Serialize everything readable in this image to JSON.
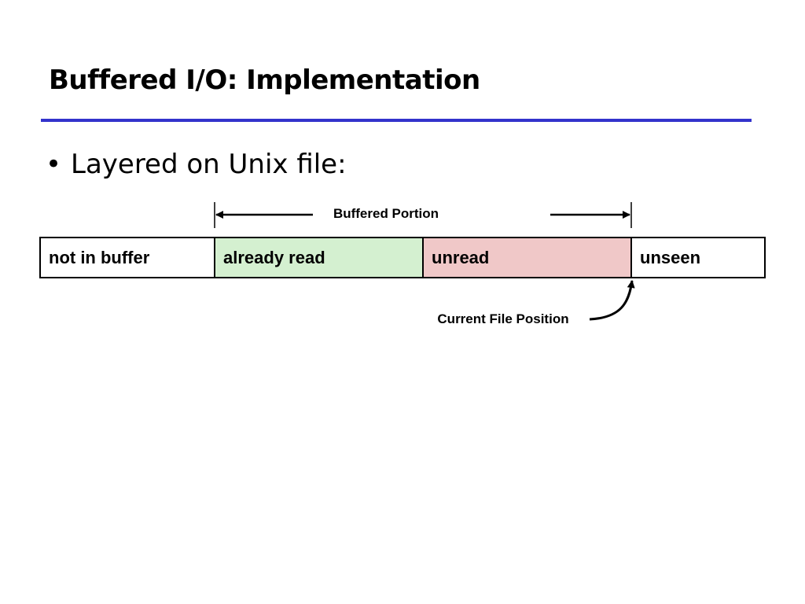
{
  "slide": {
    "title": "Buffered I/O: Implementation",
    "bullet_marker": "•",
    "bullet_text": "Layered on Unix file:"
  },
  "diagram": {
    "buffered_portion_label": "Buffered Portion",
    "current_position_label": "Current File Position",
    "segments": [
      {
        "label": "not in buffer",
        "fill": "#ffffff"
      },
      {
        "label": "already read",
        "fill": "#d4f0d0"
      },
      {
        "label": "unread",
        "fill": "#f0c8c8"
      },
      {
        "label": "unseen",
        "fill": "#ffffff"
      }
    ],
    "colors": {
      "title_rule": "#3333cc",
      "outline": "#000000"
    }
  }
}
